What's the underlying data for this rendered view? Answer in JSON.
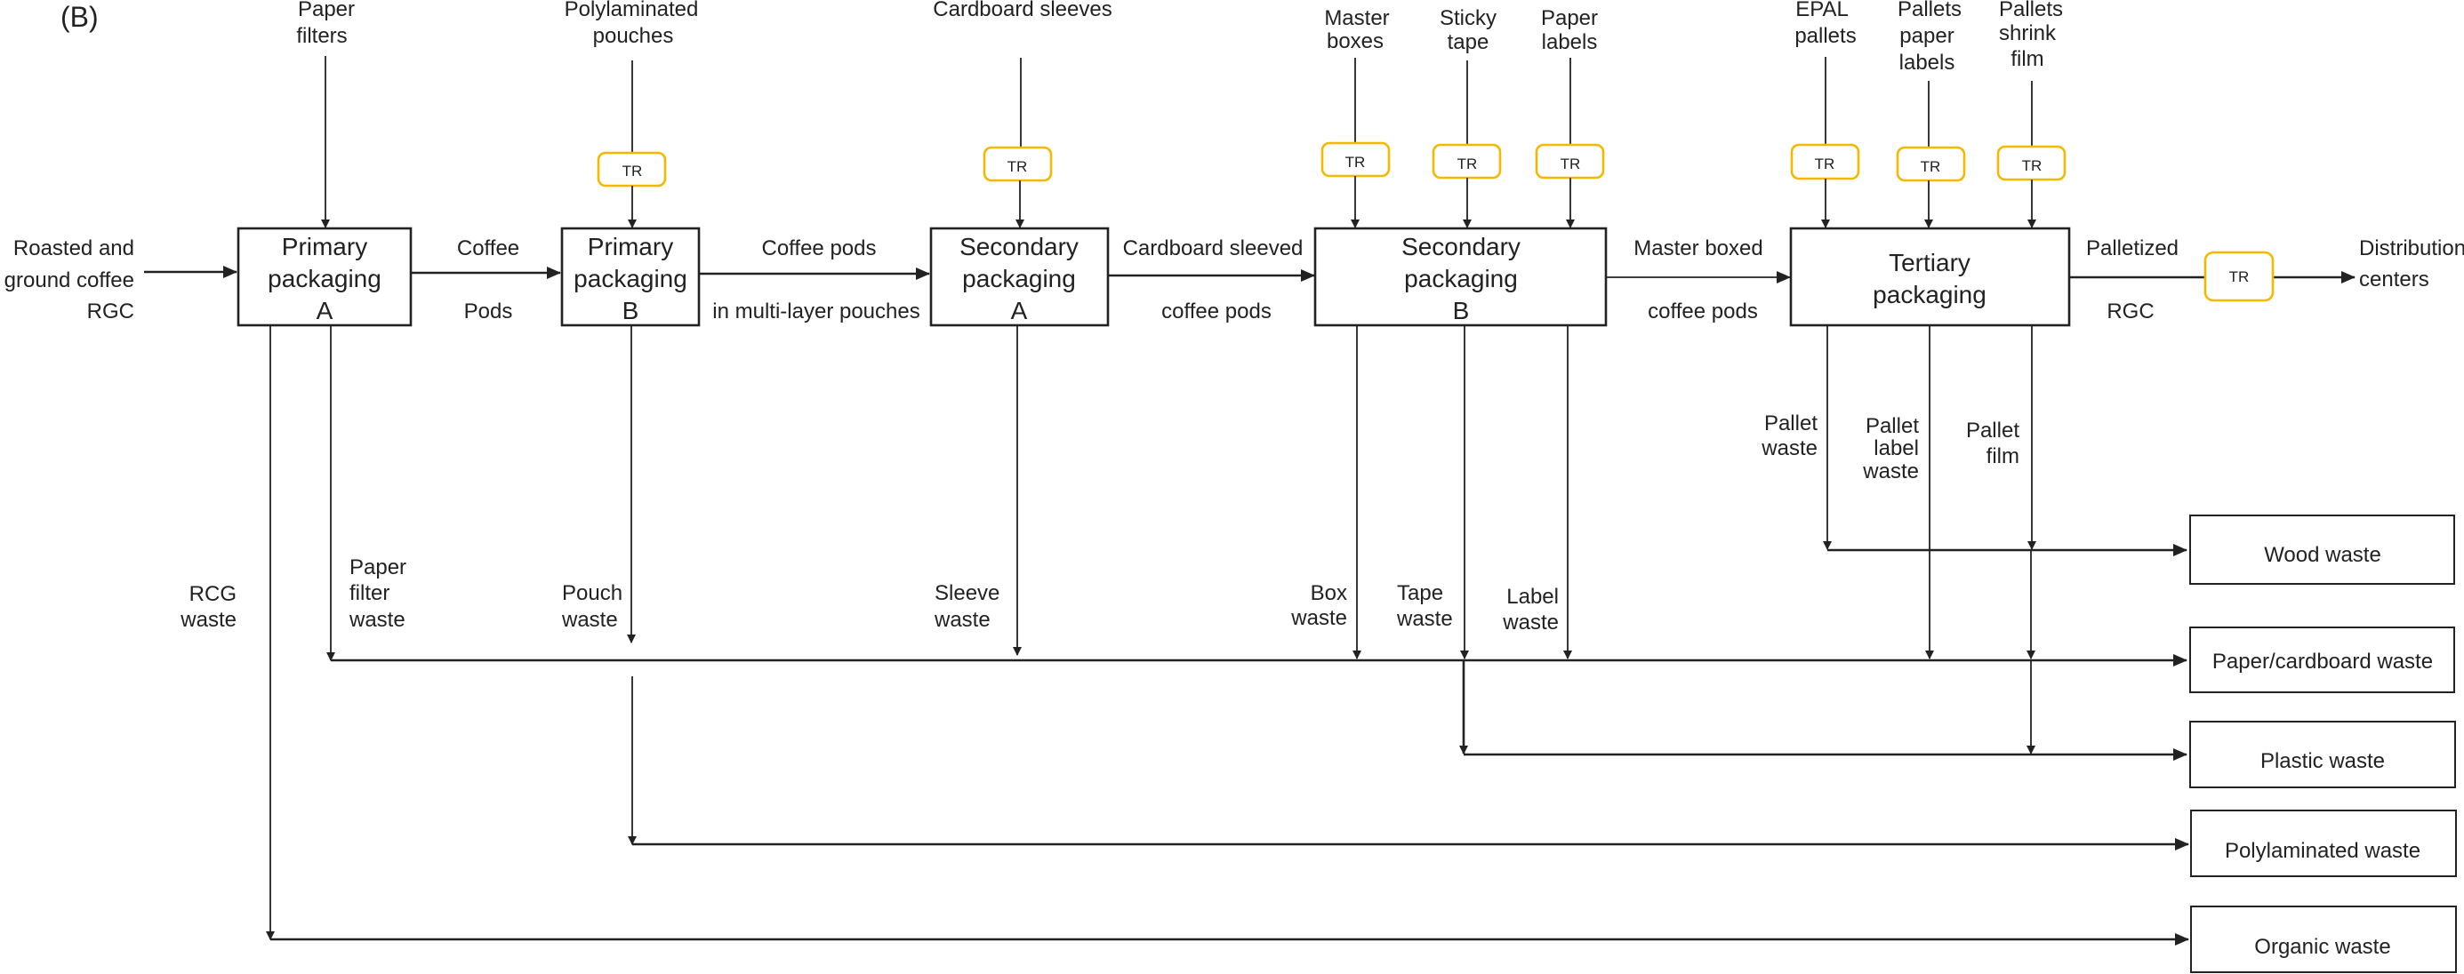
{
  "panel_label": "(B)",
  "colors": {
    "transport_outline": "#F5B800",
    "line": "#222222",
    "background": "#ffffff"
  },
  "transport_label": "TR",
  "input": {
    "lines": [
      "Roasted and",
      "ground coffee",
      "RGC"
    ]
  },
  "output": {
    "lines": [
      "Distribution",
      "centers"
    ]
  },
  "processes": [
    {
      "id": "primary-a",
      "lines": [
        "Primary",
        "packaging",
        "A"
      ]
    },
    {
      "id": "primary-b",
      "lines": [
        "Primary",
        "packaging",
        "B"
      ]
    },
    {
      "id": "secondary-a",
      "lines": [
        "Secondary",
        "packaging",
        "A"
      ]
    },
    {
      "id": "secondary-b",
      "lines": [
        "Secondary",
        "packaging",
        "B"
      ]
    },
    {
      "id": "tertiary",
      "lines": [
        "Tertiary",
        "packaging"
      ]
    }
  ],
  "flows": [
    {
      "from": "primary-a",
      "to": "primary-b",
      "top": "Coffee",
      "bottom": "Pods"
    },
    {
      "from": "primary-b",
      "to": "secondary-a",
      "top": "Coffee pods",
      "bottom": "in multi-layer pouches"
    },
    {
      "from": "secondary-a",
      "to": "secondary-b",
      "top": "Cardboard sleeved",
      "bottom": "coffee pods"
    },
    {
      "from": "secondary-b",
      "to": "tertiary",
      "top": "Master boxed",
      "bottom": "coffee pods"
    },
    {
      "from": "tertiary",
      "to": "distribution",
      "top": "Palletized",
      "bottom": "RGC",
      "transport": true
    }
  ],
  "material_inputs": [
    {
      "lines": [
        "Paper",
        "filters"
      ],
      "to": "primary-a",
      "transport": false
    },
    {
      "lines": [
        "Polylaminated",
        "pouches"
      ],
      "to": "primary-b",
      "transport": true
    },
    {
      "lines": [
        "Cardboard sleeves"
      ],
      "to": "secondary-a",
      "transport": true
    },
    {
      "lines": [
        "Master",
        "boxes"
      ],
      "to": "secondary-b",
      "transport": true
    },
    {
      "lines": [
        "Sticky",
        "tape"
      ],
      "to": "secondary-b",
      "transport": true
    },
    {
      "lines": [
        "Paper",
        "labels"
      ],
      "to": "secondary-b",
      "transport": true
    },
    {
      "lines": [
        "EPAL",
        "pallets"
      ],
      "to": "tertiary",
      "transport": true
    },
    {
      "lines": [
        "Pallets",
        "paper",
        "labels"
      ],
      "to": "tertiary",
      "transport": true
    },
    {
      "lines": [
        "Pallets",
        "shrink",
        "film"
      ],
      "to": "tertiary",
      "transport": true
    }
  ],
  "waste_streams": [
    {
      "lines": [
        "RCG",
        "waste"
      ],
      "from": "primary-a",
      "to": "Organic waste"
    },
    {
      "lines": [
        "Paper",
        "filter",
        "waste"
      ],
      "from": "primary-a",
      "to": "Paper/cardboard waste"
    },
    {
      "lines": [
        "Pouch",
        "waste"
      ],
      "from": "primary-b",
      "to": "Polylaminated waste"
    },
    {
      "lines": [
        "Sleeve",
        "waste"
      ],
      "from": "secondary-a",
      "to": "Paper/cardboard waste"
    },
    {
      "lines": [
        "Box",
        "waste"
      ],
      "from": "secondary-b",
      "to": "Paper/cardboard waste"
    },
    {
      "lines": [
        "Tape",
        "waste"
      ],
      "from": "secondary-b",
      "to": "Plastic waste"
    },
    {
      "lines": [
        "Label",
        "waste"
      ],
      "from": "secondary-b",
      "to": "Paper/cardboard waste"
    },
    {
      "lines": [
        "Pallet",
        "waste"
      ],
      "from": "tertiary",
      "to": "Wood waste"
    },
    {
      "lines": [
        "Pallet",
        "label",
        "waste"
      ],
      "from": "tertiary",
      "to": "Paper/cardboard waste"
    },
    {
      "lines": [
        "Pallet",
        "film"
      ],
      "from": "tertiary",
      "to": "Plastic waste"
    }
  ],
  "waste_categories": [
    "Wood waste",
    "Paper/cardboard waste",
    "Plastic waste",
    "Polylaminated waste",
    "Organic waste"
  ]
}
